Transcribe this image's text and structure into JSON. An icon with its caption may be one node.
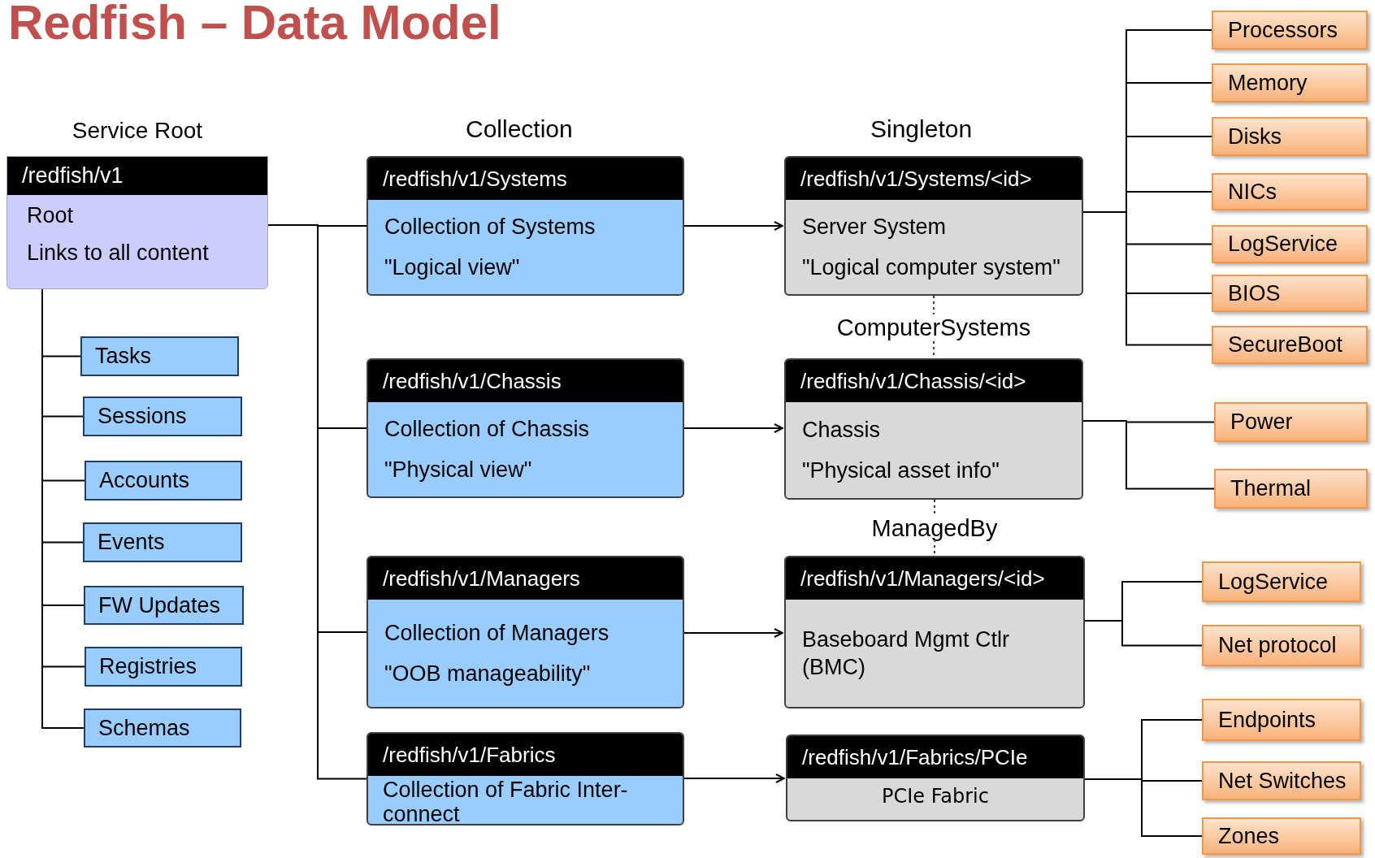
{
  "diagram": {
    "title": "Redfish – Data Model",
    "nodes": [
      {
        "text": [
          "Service Root",
          "/redfish/v1",
          "Root",
          "Links to all content"
        ]
      },
      {
        "text": [
          "Tasks"
        ]
      },
      {
        "text": [
          "Sessions"
        ]
      },
      {
        "text": [
          "Accounts"
        ]
      },
      {
        "text": [
          "Events"
        ]
      },
      {
        "text": [
          "FW Updates"
        ]
      },
      {
        "text": [
          "Registries"
        ]
      },
      {
        "text": [
          "Schemas"
        ]
      },
      {
        "text": [
          "/redfish/v1/Systems",
          "Collection of Systems",
          "\"Logical view\""
        ]
      },
      {
        "text": [
          "/redfish/v1/Systems/<id>",
          "Server System",
          "\"Logical computer system\""
        ]
      },
      {
        "text": [
          "Processors"
        ]
      },
      {
        "text": [
          "Memory"
        ]
      },
      {
        "text": [
          "Disks"
        ]
      },
      {
        "text": [
          "NICs"
        ]
      },
      {
        "text": [
          "LogService"
        ]
      },
      {
        "text": [
          "BIOS"
        ]
      },
      {
        "text": [
          "SecureBoot"
        ]
      },
      {
        "text": [
          "/redfish/v1/Chassis",
          "Collection of Chassis",
          "\"Physical view\""
        ]
      },
      {
        "text": [
          "/redfish/v1/Chassis/<id>",
          "Chassis",
          "\"Physical asset info\""
        ]
      },
      {
        "text": [
          "Power"
        ]
      },
      {
        "text": [
          "Thermal"
        ]
      },
      {
        "text": [
          "/redfish/v1/Managers",
          "Collection of Managers",
          "\"OOB manageability\""
        ]
      },
      {
        "text": [
          "/redfish/v1/Managers/<id>",
          "Baseboard Mgmt Ctlr (BMC)"
        ]
      },
      {
        "text": [
          "LogService"
        ]
      },
      {
        "text": [
          "Net protocol"
        ]
      },
      {
        "text": [
          "/redfish/v1/Fabrics",
          "Collection of Fabric Inter- connect"
        ]
      },
      {
        "text": [
          "/redfish/v1/Fabrics/PCIe",
          "PCIe Fabric"
        ]
      },
      {
        "text": [
          "Endpoints"
        ]
      },
      {
        "text": [
          "Net Switches"
        ]
      },
      {
        "text": [
          "Zones"
        ]
      }
    ],
    "edges": [
      {
        "from": 0,
        "to": 1,
        "arrow": "none"
      },
      {
        "from": 0,
        "to": 2,
        "arrow": "none"
      },
      {
        "from": 0,
        "to": 3,
        "arrow": "none"
      },
      {
        "from": 0,
        "to": 4,
        "arrow": "none"
      },
      {
        "from": 0,
        "to": 5,
        "arrow": "none"
      },
      {
        "from": 0,
        "to": 6,
        "arrow": "none"
      },
      {
        "from": 0,
        "to": 7,
        "arrow": "none"
      },
      {
        "from": 0,
        "to": 8,
        "arrow": "none"
      },
      {
        "from": 0,
        "to": 17,
        "arrow": "none"
      },
      {
        "from": 0,
        "to": 21,
        "arrow": "none"
      },
      {
        "from": 0,
        "to": 25,
        "arrow": "none"
      },
      {
        "from": 8,
        "to": 9,
        "arrow": "to"
      },
      {
        "from": 17,
        "to": 18,
        "arrow": "to"
      },
      {
        "from": 21,
        "to": 22,
        "arrow": "to"
      },
      {
        "from": 25,
        "to": 26,
        "arrow": "to"
      },
      {
        "from": 9,
        "to": 10,
        "arrow": "none"
      },
      {
        "from": 9,
        "to": 11,
        "arrow": "none"
      },
      {
        "from": 9,
        "to": 12,
        "arrow": "none"
      },
      {
        "from": 9,
        "to": 13,
        "arrow": "none"
      },
      {
        "from": 9,
        "to": 14,
        "arrow": "none"
      },
      {
        "from": 9,
        "to": 15,
        "arrow": "none"
      },
      {
        "from": 9,
        "to": 16,
        "arrow": "none"
      },
      {
        "from": 18,
        "to": 19,
        "arrow": "none"
      },
      {
        "from": 18,
        "to": 20,
        "arrow": "none"
      },
      {
        "from": 22,
        "to": 23,
        "arrow": "none"
      },
      {
        "from": 22,
        "to": 24,
        "arrow": "none"
      },
      {
        "from": 26,
        "to": 27,
        "arrow": "none"
      },
      {
        "from": 26,
        "to": 28,
        "arrow": "none"
      },
      {
        "from": 26,
        "to": 29,
        "arrow": "none"
      },
      {
        "from": 9,
        "to": 18,
        "arrow": "none",
        "label": "ComputerSystems",
        "style": "dashed"
      },
      {
        "from": 18,
        "to": 22,
        "arrow": "none",
        "label": "ManagedBy",
        "style": "dashed"
      }
    ],
    "labels": [
      "Collection",
      "Singleton"
    ]
  }
}
